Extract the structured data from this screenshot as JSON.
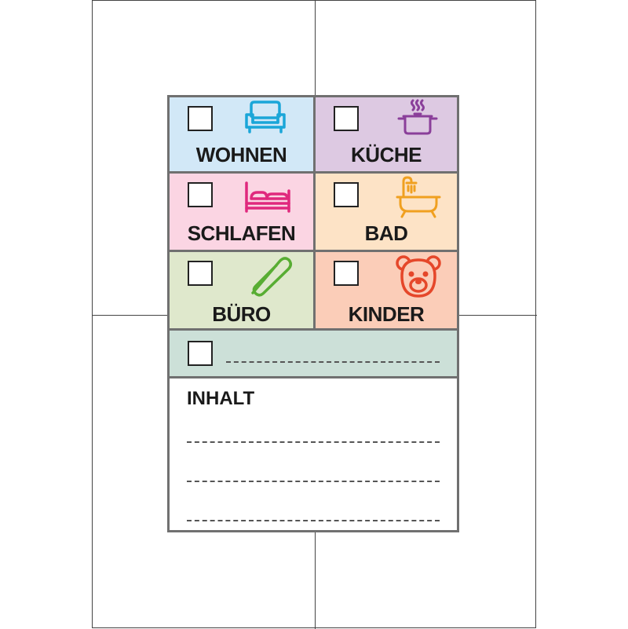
{
  "rooms": [
    {
      "label": "WOHNEN",
      "icon": "sofa-icon",
      "bg": "#d2e8f7",
      "icon_color": "#1aa6d8"
    },
    {
      "label": "KÜCHE",
      "icon": "cooking-pot-icon",
      "bg": "#ddc9e2",
      "icon_color": "#8a3f9a"
    },
    {
      "label": "SCHLAFEN",
      "icon": "bed-icon",
      "bg": "#fbd5e3",
      "icon_color": "#e0287d"
    },
    {
      "label": "BAD",
      "icon": "bathtub-icon",
      "bg": "#fde3c6",
      "icon_color": "#f0a020"
    },
    {
      "label": "BÜRO",
      "icon": "paperclip-icon",
      "bg": "#dfe8cc",
      "icon_color": "#58ad33"
    },
    {
      "label": "KINDER",
      "icon": "teddy-bear-icon",
      "bg": "#fbcdb8",
      "icon_color": "#e5472a"
    }
  ],
  "custom_bg": "#cce0d8",
  "contents": {
    "title": "INHALT"
  },
  "frame_color": "#707070"
}
